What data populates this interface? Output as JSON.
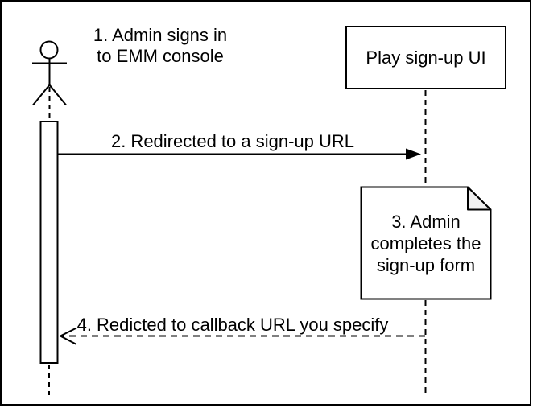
{
  "diagram": {
    "type": "sequence-diagram",
    "labels": {
      "step1": "1. Admin signs in\nto EMM console",
      "step2": "2. Redirected to a sign-up URL",
      "step4": "4. Redicted to callback URL you specify"
    },
    "participant": {
      "label": "Play sign-up UI"
    },
    "note": {
      "label": "3. Admin\ncompletes the\nsign-up form"
    },
    "colors": {
      "stroke": "#000000",
      "background": "#ffffff",
      "note_fold_fill": "#f0f0f0"
    }
  }
}
